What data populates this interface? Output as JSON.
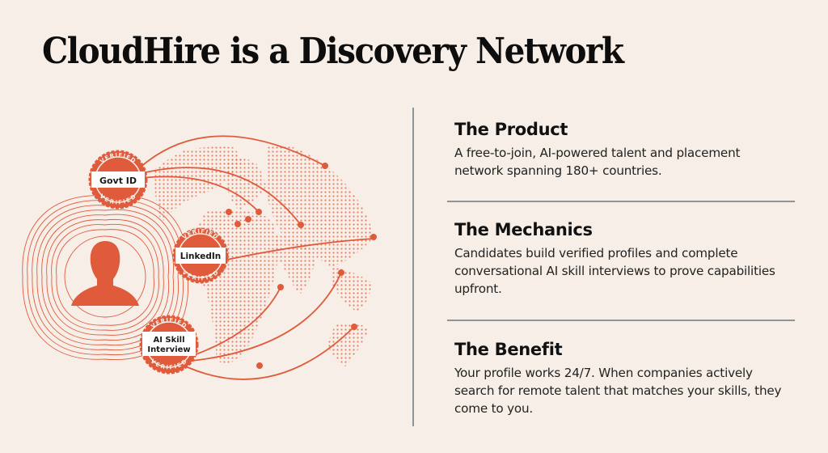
{
  "header": {
    "title": "CloudHire is a Discovery Network"
  },
  "illustration": {
    "accent_color": "#E05A3C",
    "background_color": "#F7EFE7",
    "avatar_icon": "person-silhouette-icon",
    "globe": "dotted-world-globe",
    "badges": [
      {
        "top_text": "VERIFIED",
        "label": "Govt ID",
        "bottom_text": "VERIFIED"
      },
      {
        "top_text": "VERIFIED",
        "label": "LinkedIn",
        "bottom_text": "VERIFIED"
      },
      {
        "top_text": "VERIFIED",
        "label_line1": "AI Skill",
        "label_line2": "Interview",
        "bottom_text": "VERIFIED"
      }
    ]
  },
  "sections": [
    {
      "heading": "The Product",
      "body": "A free-to-join, AI-powered talent and placement network spanning 180+ countries."
    },
    {
      "heading": "The Mechanics",
      "body": "Candidates build verified profiles and complete conversational AI skill interviews to prove capabilities upfront."
    },
    {
      "heading": "The Benefit",
      "body": "Your profile works 24/7. When companies actively search for remote talent that matches your skills, they come to you."
    }
  ]
}
